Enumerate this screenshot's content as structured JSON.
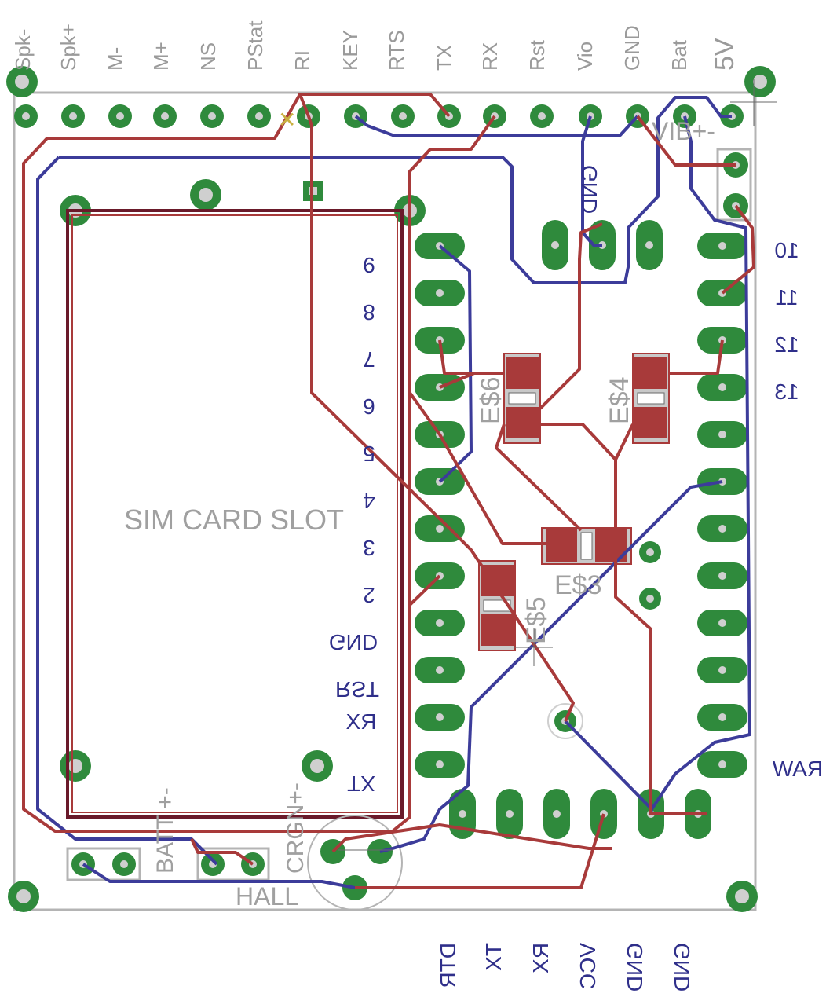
{
  "header_labels": [
    "Spk-",
    "Spk+",
    "M-",
    "M+",
    "NS",
    "PStat",
    "RI",
    "KEY",
    "RTS",
    "TX",
    "RX",
    "Rst",
    "Vio",
    "GND",
    "Bat",
    "5V"
  ],
  "sim_label": "SIM CARD SLOT",
  "left_col_labels": [
    "9",
    "8",
    "7",
    "6",
    "5",
    "4",
    "3",
    "2",
    "GND",
    "RST",
    "RX",
    "TX"
  ],
  "right_col_labels": [
    "10",
    "11",
    "12",
    "13",
    "RAW"
  ],
  "bottom_labels": [
    "DTR",
    "TX",
    "RX",
    "VCC",
    "GND",
    "GND"
  ],
  "top_gnd_label": "GND",
  "vib_label": "VIB+-",
  "batt_label": "BATT +-",
  "chgn_label": "CRGN+-",
  "hall_label": "HALL",
  "component_labels": [
    "E$6",
    "E$4",
    "E$3",
    "E$5"
  ],
  "colors": {
    "outline": "#b4b4b4",
    "pad": "#2f8a3c",
    "top_trace": "#a83a3a",
    "bottom_trace": "#3c3c9a",
    "label_gray": "#9a9a9a",
    "label_blue": "#2f2f8a"
  }
}
